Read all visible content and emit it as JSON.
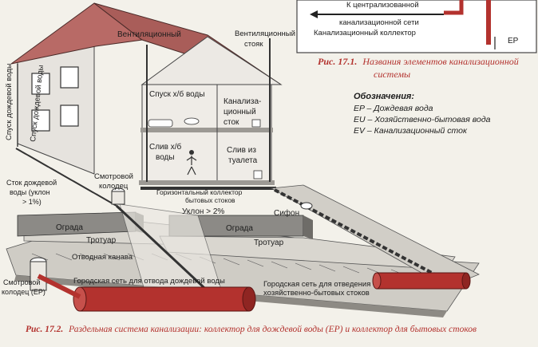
{
  "colors": {
    "background": "#f3f1ea",
    "roof": "#b86a66",
    "wall": "#e6e3de",
    "pipe_red": "#b3322e",
    "caption_red": "#b3322e",
    "ground": "#bdbab3",
    "fence": "#8c8a86"
  },
  "inset": {
    "labels": [
      "К централизованной",
      "канализационной сети"
    ],
    "collector": "Канализационный коллектор",
    "ep": "EP"
  },
  "figure1": {
    "number": "Рис. 17.1.",
    "title_lines": [
      "Названия элементов канализационной",
      "системы"
    ]
  },
  "legend": {
    "heading": "Обозначения:",
    "items": [
      "EP – Дождевая вода",
      "EU – Хозяйственно-бытовая вода",
      "EV – Канализационный сток"
    ]
  },
  "house": {
    "vent_riser": "Вентиляционный",
    "vent_riser2": [
      "Вентиляционный",
      "стояк"
    ],
    "rain_down_left": "Спуск дождевой воды",
    "rain_down_left2": "Спуск дождевой воды",
    "drain_xb_top": "Спуск х/б воды",
    "sewer_riser": [
      "Канализа-",
      "ционный",
      "сток"
    ],
    "drain_xb": [
      "Слив х/б",
      "воды"
    ],
    "toilet_drain": [
      "Слив из",
      "туалета"
    ],
    "inspection_well": [
      "Смотровой",
      "колодец"
    ],
    "horizontal_collector": [
      "Горизонтальный коллектор",
      "бытовых стоков"
    ],
    "slope": "Уклон > 2%",
    "rain_drain": [
      "Сток дождевой",
      "воды (уклон",
      "> 1%)"
    ],
    "siphon": "Сифон"
  },
  "street": {
    "fence_left": "Ограда",
    "fence_right": "Ограда",
    "sidewalk_left": "Тротуар",
    "sidewalk_right": "Тротуар",
    "drain_channel": "Отводная канава",
    "inspection_well_ep": [
      "Смотровой",
      "колодец (ЕР)"
    ],
    "city_rain_net": "Городская сеть для отвода дождевой воды",
    "city_sewer_net": [
      "Городская сеть для отведения",
      "хозяйственно-бытовых стоков"
    ]
  },
  "figure2": {
    "number": "Рис. 17.2.",
    "title": "Раздельная система канализации: коллектор для дождевой воды (ЕР) и коллектор для бытовых стоков"
  }
}
